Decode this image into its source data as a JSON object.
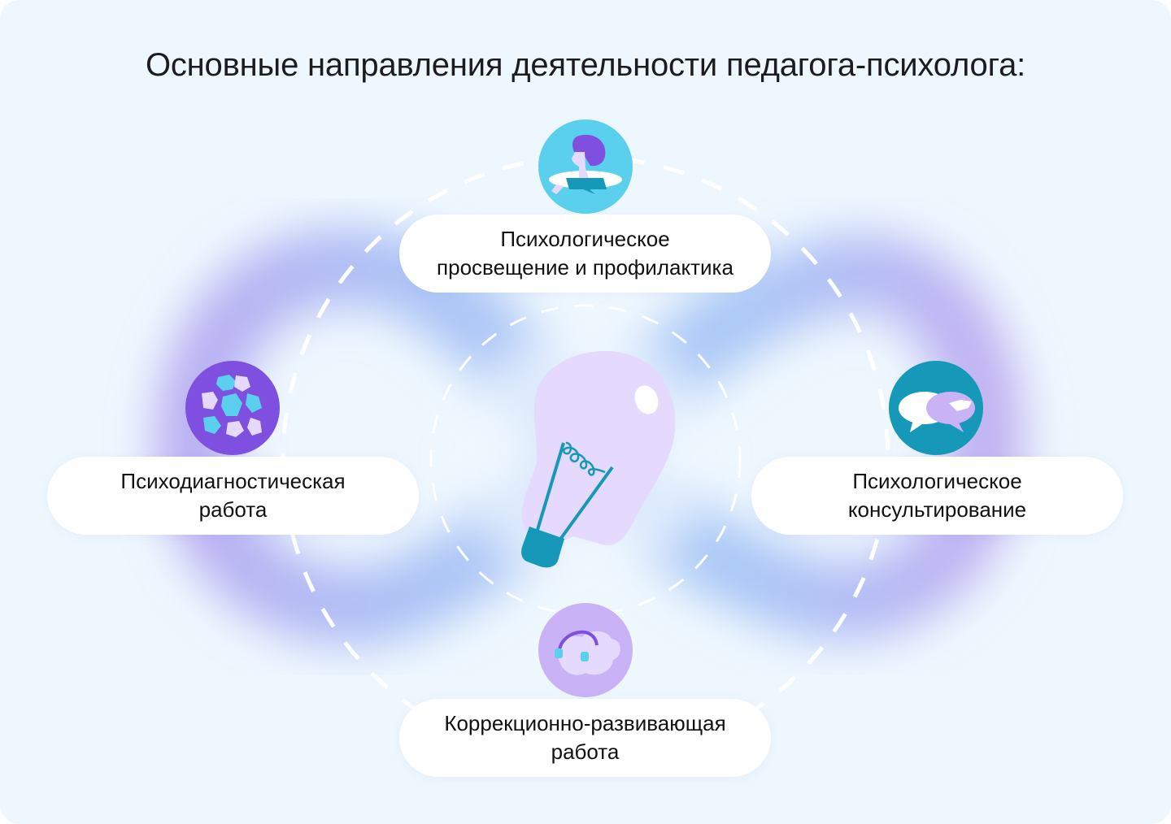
{
  "title": "Основные направления деятельности педагога-психолога:",
  "directions": [
    {
      "line1": "Психологическое",
      "line2": "просвещение и профилактика",
      "icon": "woman-speech-icon",
      "color": "#5bd0ee"
    },
    {
      "line1": "Психодиагностическая",
      "line2": "работа",
      "icon": "puzzle-heads-icon",
      "color": "#7f4fe0"
    },
    {
      "line1": "Психологическое",
      "line2": "консультирование",
      "icon": "speech-bubbles-icon",
      "color": "#1698b8"
    },
    {
      "line1": "Коррекционно-развивающая",
      "line2": "работа",
      "icon": "brain-headphones-icon",
      "color": "#c9b2f5"
    }
  ],
  "colors": {
    "background": "#eef7fe",
    "teal": "#1698b8",
    "purple": "#7f4fe0",
    "bulb": "#e5d9fd"
  }
}
